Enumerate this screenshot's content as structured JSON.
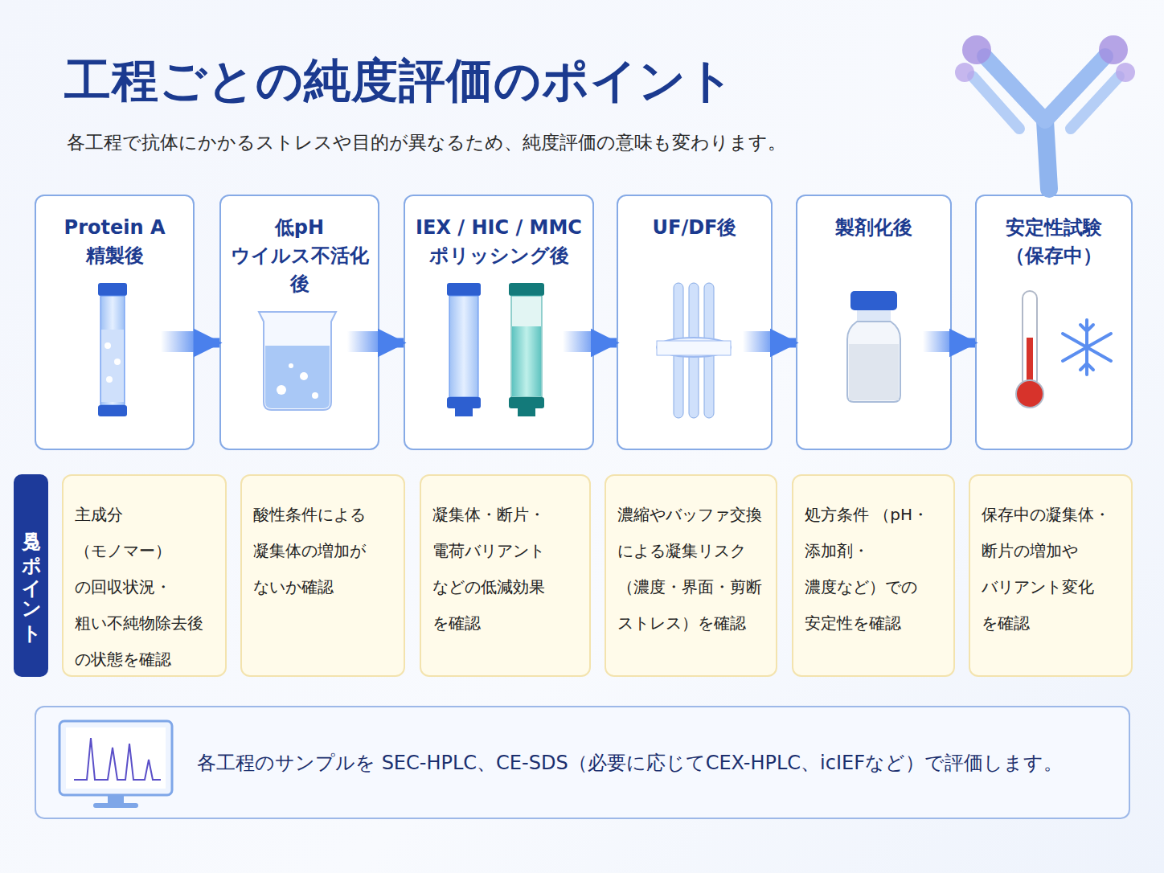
{
  "diagram": {
    "title": "工程ごとの純度評価のポイント",
    "nodes": [
      {
        "text": [
          "Protein A 精製後"
        ]
      },
      {
        "text": [
          "低pH ウイルス不活化後"
        ]
      },
      {
        "text": [
          "IEX / HIC / MMC ポリッシング後"
        ]
      },
      {
        "text": [
          "UF/DF後"
        ]
      },
      {
        "text": [
          "製剤化後"
        ]
      },
      {
        "text": [
          "安定性試験 （保存中）"
        ]
      },
      {
        "text": [
          "見るポイント"
        ]
      },
      {
        "text": [
          "主成分（モノマー） の回収状況・ 粗い不純物除去後 の状態を確認"
        ]
      },
      {
        "text": [
          "酸性条件による 凝集体の増加が ないか確認"
        ]
      },
      {
        "text": [
          "凝集体・断片・ 電荷バリアント などの低減効果 を確認"
        ]
      },
      {
        "text": [
          "濃縮やバッファ交換 による凝集リスク （濃度・界面・剪断 ストレス）を確認"
        ]
      },
      {
        "text": [
          "処方条件 （pH・添加剤・ 濃度など）での 安定性を確認"
        ]
      },
      {
        "text": [
          "保存中の凝集体・ 断片の増加や バリアント変化 を確認"
        ]
      },
      {
        "text": [
          "各工程のサンプルを SEC-HPLC、CE-SDS（必要に応じてCEX-HPLC、icIEFなど）で評価します。"
        ]
      }
    ],
    "edges": [
      {
        "from": 0,
        "to": 1,
        "arrow": "to"
      },
      {
        "from": 1,
        "to": 2,
        "arrow": "to"
      },
      {
        "from": 2,
        "to": 3,
        "arrow": "to"
      },
      {
        "from": 3,
        "to": 4,
        "arrow": "to"
      },
      {
        "from": 4,
        "to": 5,
        "arrow": "to"
      }
    ],
    "labels": [
      "各工程で抗体にかかるストレスや目的が異なるため、純度評価の意味も変わります。"
    ]
  }
}
